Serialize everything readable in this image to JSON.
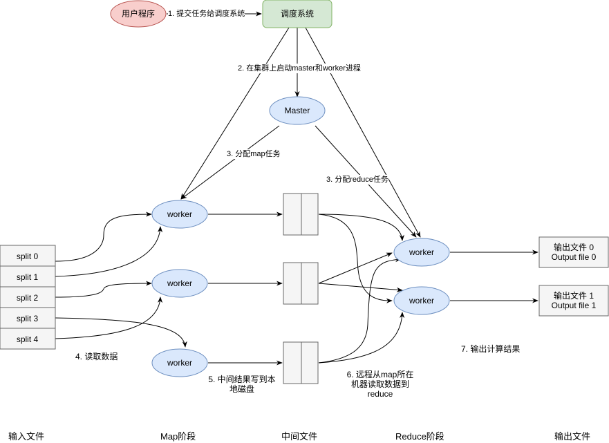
{
  "nodes": {
    "user_program": "用户程序",
    "scheduler": "调度系统",
    "master": "Master",
    "map_workers": [
      "worker",
      "worker",
      "worker"
    ],
    "reduce_workers": [
      "worker",
      "worker"
    ]
  },
  "splits": [
    "split 0",
    "split 1",
    "split 2",
    "split 3",
    "split 4"
  ],
  "outputs": [
    {
      "line1": "输出文件 0",
      "line2": "Output file 0"
    },
    {
      "line1": "输出文件 1",
      "line2": "Output file 1"
    }
  ],
  "edge_labels": {
    "step1": "1. 提交任务给调度系统",
    "step2": "2. 在集群上启动master和worker进程",
    "step3_map": "3. 分配map任务",
    "step3_reduce": "3. 分配reduce任务",
    "step4": "4. 读取数据",
    "step5_line1": "5. 中间结果写到本",
    "step5_line2": "地磁盘",
    "step6_line1": "6. 远程从map所在",
    "step6_line2": "机器读取数据到",
    "step6_line3": "reduce",
    "step7": "7. 输出计算结果"
  },
  "stages": [
    "输入文件",
    "Map阶段",
    "中间文件",
    "Reduce阶段",
    "输出文件"
  ],
  "colors": {
    "user_fill": "#f8cecc",
    "user_stroke": "#b85450",
    "sched_fill": "#d5e8d4",
    "sched_stroke": "#82b366",
    "worker_fill": "#dae8fc",
    "worker_stroke": "#6c8ebf",
    "box_fill": "#f5f5f5",
    "box_stroke": "#666666"
  }
}
